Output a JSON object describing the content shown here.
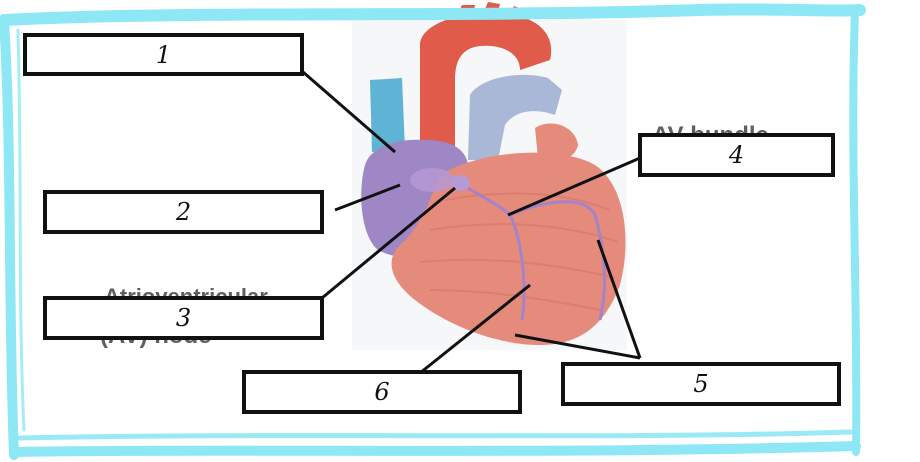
{
  "labels": {
    "l1": "1",
    "l2": "2",
    "l3": "3",
    "l4": "4",
    "l5": "5",
    "l6": "6"
  },
  "underlying_text": {
    "av_bundle": "AV bundle",
    "av_node_line1": "Atrioventricular",
    "av_node_line2": "(AV) node"
  },
  "colors": {
    "frame": "#8ee7f5",
    "myocardium": "#e58b7c",
    "aorta": "#e15b4b",
    "vena_cava": "#5fb3d4",
    "pulmonary": "#aab8d8",
    "conduction": "#a582c9",
    "box_border": "#111111"
  }
}
